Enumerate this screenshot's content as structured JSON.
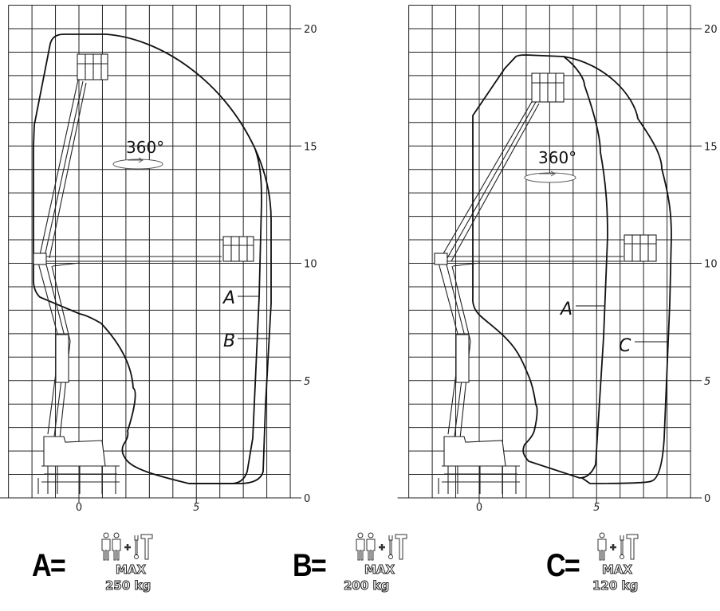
{
  "charts": [
    {
      "id": "left",
      "x_ticks": [
        "0",
        "5"
      ],
      "y_ticks": [
        "0",
        "5",
        "10",
        "15",
        "20"
      ],
      "x_range_m": [
        -3,
        9
      ],
      "y_range_m": [
        0,
        21
      ],
      "rotation_label": "360°",
      "envelopes": [
        {
          "label": "A"
        },
        {
          "label": "B"
        }
      ]
    },
    {
      "id": "right",
      "x_ticks": [
        "0",
        "5"
      ],
      "y_ticks": [
        "0",
        "5",
        "10",
        "15",
        "20"
      ],
      "x_range_m": [
        -3,
        9
      ],
      "y_range_m": [
        0,
        21
      ],
      "rotation_label": "360°",
      "envelopes": [
        {
          "label": "A"
        },
        {
          "label": "C"
        }
      ]
    }
  ],
  "legend": [
    {
      "key": "A=",
      "persons": 2,
      "max": "MAX",
      "load": "250 kg"
    },
    {
      "key": "B=",
      "persons": 2,
      "max": "MAX",
      "load": "200 kg"
    },
    {
      "key": "C=",
      "persons": 1,
      "max": "MAX",
      "load": "120 kg"
    }
  ]
}
